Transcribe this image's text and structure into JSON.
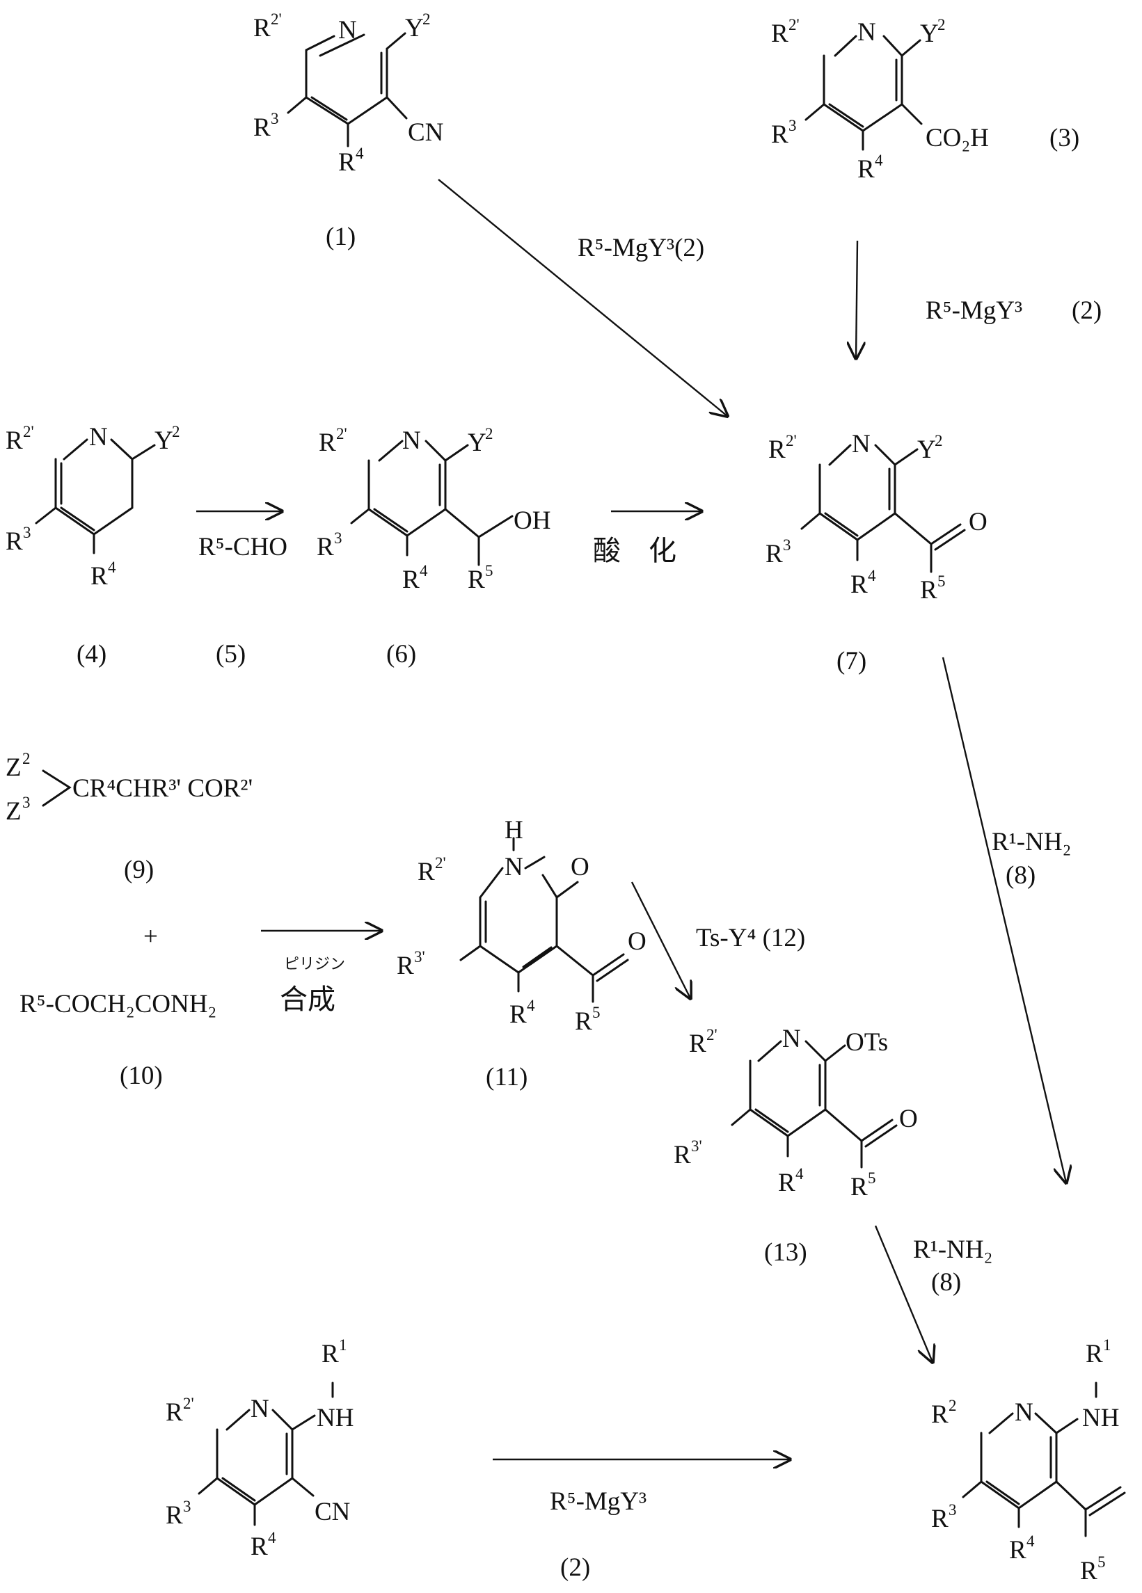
{
  "compounds": {
    "c1": {
      "r2": "R",
      "r2_sup": "2'",
      "n": "N",
      "y": "Y",
      "y_sup": "2",
      "r3": "R",
      "r3_sup": "3",
      "r4": "R",
      "r4_sup": "4",
      "sub": "CN",
      "num": "(1)"
    },
    "c3": {
      "r2": "R",
      "r2_sup": "2'",
      "n": "N",
      "y": "Y",
      "y_sup": "2",
      "r3": "R",
      "r3_sup": "3",
      "r4": "R",
      "r4_sup": "4",
      "sub": "CO₂H",
      "num": "(3)"
    },
    "c4": {
      "r2": "R",
      "r2_sup": "2'",
      "n": "N",
      "y": "Y",
      "y_sup": "2",
      "r3": "R",
      "r3_sup": "3",
      "r4": "R",
      "r4_sup": "4",
      "num": "(4)"
    },
    "c6": {
      "r2": "R",
      "r2_sup": "2'",
      "n": "N",
      "y": "Y",
      "y_sup": "2",
      "r3": "R",
      "r3_sup": "3",
      "r4": "R",
      "r4_sup": "4",
      "oh": "OH",
      "r5": "R",
      "r5_sup": "5",
      "num": "(6)"
    },
    "c7": {
      "r2": "R",
      "r2_sup": "2'",
      "n": "N",
      "y": "Y",
      "y_sup": "2",
      "r3": "R",
      "r3_sup": "3",
      "r4": "R",
      "r4_sup": "4",
      "o": "O",
      "r5": "R",
      "r5_sup": "5",
      "num": "(7)"
    },
    "c9": {
      "z2": "Z",
      "z2_sup": "2",
      "z3": "Z",
      "z3_sup": "3",
      "formula": "CR⁴CHR³' COR²'",
      "num": "(9)"
    },
    "c10": {
      "formula": "R⁵-COCH₂CONH₂",
      "num": "(10)"
    },
    "c11": {
      "h": "H",
      "n": "N",
      "o1": "O",
      "r2": "R",
      "r2_sup": "2'",
      "r3": "R",
      "r3_sup": "3'",
      "r4": "R",
      "r4_sup": "4",
      "o2": "O",
      "r5": "R",
      "r5_sup": "5",
      "num": "(11)"
    },
    "c13": {
      "r2": "R",
      "r2_sup": "2'",
      "n": "N",
      "ots": "OTs",
      "r3": "R",
      "r3_sup": "3'",
      "r4": "R",
      "r4_sup": "4",
      "o": "O",
      "r5": "R",
      "r5_sup": "5",
      "num": "(13)"
    },
    "c14": {
      "r1": "R",
      "r1_sup": "1",
      "nh": "NH",
      "r2": "R",
      "r2_sup": "2'",
      "n": "N",
      "r3": "R",
      "r3_sup": "3",
      "r4": "R",
      "r4_sup": "4",
      "sub": "CN"
    },
    "c15": {
      "r1": "R",
      "r1_sup": "1",
      "nh": "NH",
      "r2": "R",
      "r2_sup": "2",
      "n": "N",
      "r3": "R",
      "r3_sup": "3",
      "r4": "R",
      "r4_sup": "4",
      "r5": "R",
      "r5_sup": "5"
    }
  },
  "reagents": {
    "grignard_a": "R⁵-MgY³(2)",
    "grignard_b": "R⁵-MgY³",
    "grignard_b_num": "(2)",
    "aldehyde": "R⁵-CHO",
    "aldehyde_num": "(5)",
    "oxidation": "酸　化",
    "amine_a": "R¹-NH₂",
    "amine_a_num": "(8)",
    "plus": "+",
    "pyridine_small": "ピリジン",
    "synthesis": "合成",
    "tosyl": "Ts-Y⁴ (12)",
    "amine_b": "R¹-NH₂",
    "amine_b_num": "(8)",
    "grignard_c": "R⁵-MgY³",
    "grignard_c_num": "(2)"
  }
}
